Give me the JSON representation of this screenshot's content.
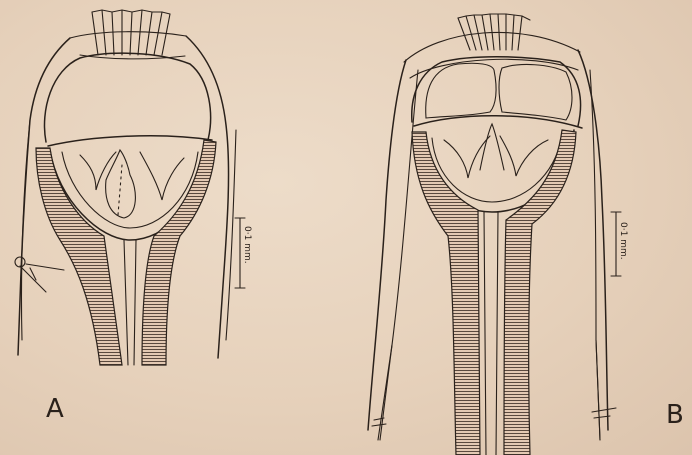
{
  "figure": {
    "panel_a_label": "A",
    "panel_b_label": "B",
    "scale_bar_a_text": "0·1 mm.",
    "scale_bar_b_text": "0·1 mm."
  }
}
